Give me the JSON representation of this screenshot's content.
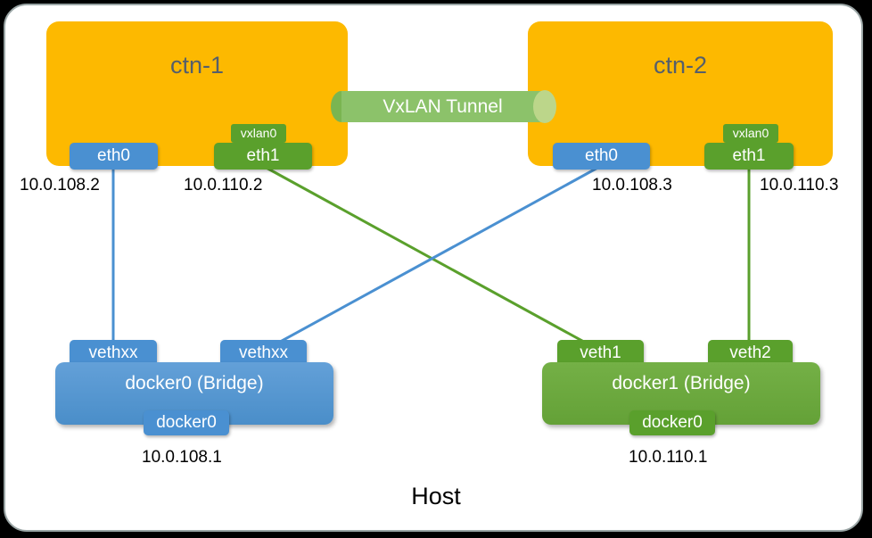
{
  "diagram": {
    "host_label": "Host",
    "containers": [
      {
        "id": "ctn-1",
        "title": "ctn-1"
      },
      {
        "id": "ctn-2",
        "title": "ctn-2"
      }
    ],
    "tunnel": {
      "label": "VxLAN Tunnel"
    },
    "interfaces": {
      "ctn1_eth0": "eth0",
      "ctn1_eth1": "eth1",
      "ctn1_vxlan": "vxlan0",
      "ctn2_eth0": "eth0",
      "ctn2_eth1": "eth1",
      "ctn2_vxlan": "vxlan0"
    },
    "ip_labels": {
      "ctn1_eth0_ip": "10.0.108.2",
      "ctn1_eth1_ip": "10.0.110.2",
      "ctn2_eth0_ip": "10.0.108.3",
      "ctn2_eth1_ip": "10.0.110.3",
      "bridge0_ip": "10.0.108.1",
      "bridge1_ip": "10.0.110.1"
    },
    "veths": {
      "veth_a": "vethxx",
      "veth_b": "vethxx",
      "veth_1": "veth1",
      "veth_2": "veth2"
    },
    "bridges": [
      {
        "id": "docker0",
        "title": "docker0 (Bridge)",
        "badge": "docker0"
      },
      {
        "id": "docker1",
        "title": "docker1 (Bridge)",
        "badge": "docker0"
      }
    ],
    "colors": {
      "container_fill": "#fdb900",
      "container_title": "#555f6b",
      "blue_iface": "#4a90d1",
      "green_iface": "#5aa02c",
      "tunnel_body": "#8cc26a",
      "tunnel_cap_left": "#7ab551",
      "tunnel_cap_right": "#bcd68a",
      "bridge_blue": "#4a90d1",
      "bridge_green": "#5aa02c",
      "host_border": "#9aa5a5",
      "page_background": "#000000"
    }
  }
}
